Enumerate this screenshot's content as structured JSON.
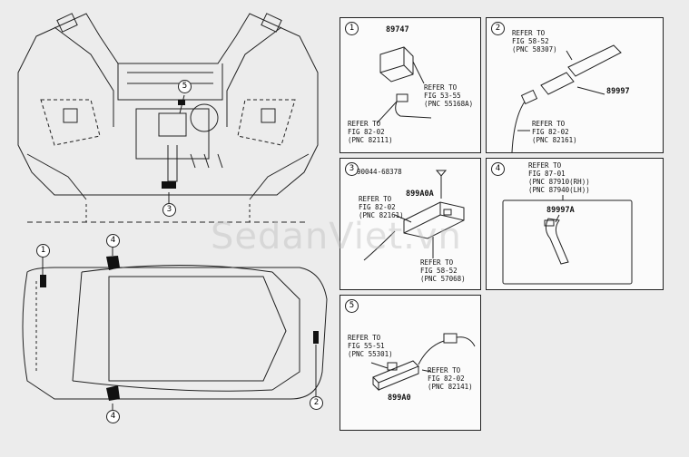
{
  "overview": {
    "callouts": [
      "5",
      "3",
      "1",
      "4",
      "4",
      "2"
    ]
  },
  "panels": [
    {
      "number": "1",
      "part": "89747",
      "refs": [
        {
          "lines": [
            "REFER TO",
            "FIG 53-55",
            "(PNC 55168A)"
          ]
        },
        {
          "lines": [
            "REFER TO",
            "FIG 82-02",
            "(PNC 82111)"
          ]
        }
      ]
    },
    {
      "number": "2",
      "part": "89997",
      "refs": [
        {
          "lines": [
            "REFER TO",
            "FIG 58-52",
            "(PNC 58307)"
          ]
        },
        {
          "lines": [
            "REFER TO",
            "FIG 82-02",
            "(PNC 82161)"
          ]
        }
      ]
    },
    {
      "number": "3",
      "bolt": "90044-68378",
      "part": "899A0A",
      "refs": [
        {
          "lines": [
            "REFER TO",
            "FIG 82-02",
            "(PNC 82161)"
          ]
        },
        {
          "lines": [
            "REFER TO",
            "FIG 58-52",
            "(PNC 57068)"
          ]
        }
      ]
    },
    {
      "number": "4",
      "part": "89997A",
      "refs": [
        {
          "lines": [
            "REFER TO",
            "FIG 87-01",
            "(PNC 87910(RH))",
            "(PNC 87940(LH))"
          ]
        }
      ]
    },
    {
      "number": "5",
      "part": "899A0",
      "refs": [
        {
          "lines": [
            "REFER TO",
            "FIG 55-51",
            "(PNC 55301)"
          ]
        },
        {
          "lines": [
            "REFER TO",
            "FIG 82-02",
            "(PNC 82141)"
          ]
        }
      ]
    }
  ],
  "watermark": "SedanViet.vn"
}
